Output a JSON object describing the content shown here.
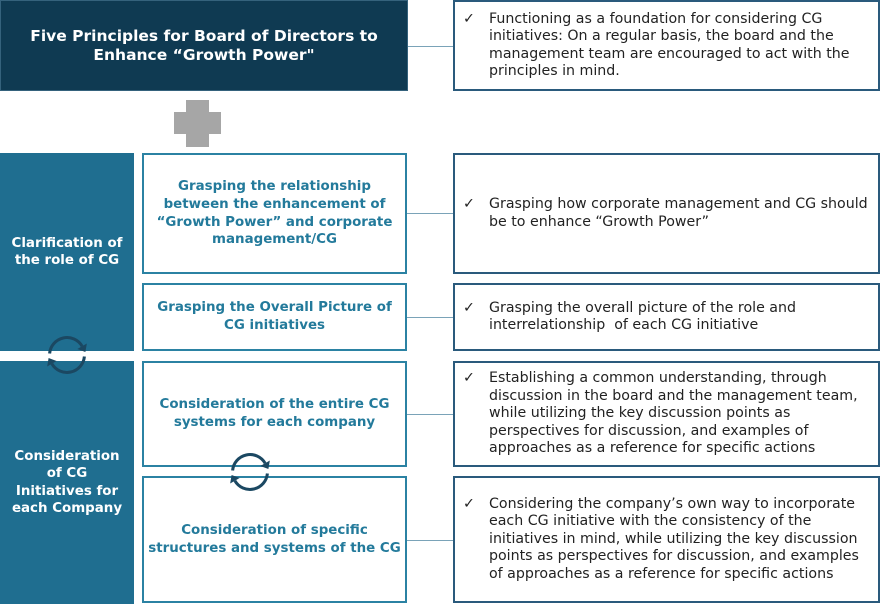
{
  "principles": {
    "title_lines": [
      "Five Principles for Board of Directors to",
      "Enhance “Growth Power\""
    ],
    "note_lines": [
      "Functioning as a foundation for considering CG",
      "initiatives: On a regular basis, the board and the",
      "management team are encouraged to act with the",
      "principles in mind."
    ]
  },
  "icons": {
    "plus": "plus-icon",
    "cycle": "circular-arrows-icon",
    "check": "check-icon",
    "check_glyph": "✓"
  },
  "colors": {
    "title_fill": "#0f3a52",
    "title_border": "#35627c",
    "group_fill": "#1f6e90",
    "item_border": "#2b82a3",
    "item_text": "#237a9b",
    "note_border": "#2a5a7c",
    "note_text": "#222222",
    "connector": "#7aa3b8",
    "plus": "#a6a6a6",
    "cycle_icon": "#1b4862"
  },
  "groups": [
    {
      "label_lines": [
        "Clarification of",
        "the role of CG"
      ],
      "rows": [
        {
          "item_lines": [
            "Grasping the relationship",
            "between the enhancement of",
            "“Growth Power” and corporate",
            "management/CG"
          ],
          "note_lines": [
            "Grasping how corporate management and CG should",
            "be to enhance “Growth Power”"
          ]
        },
        {
          "item_lines": [
            "Grasping the Overall Picture of",
            "CG initiatives"
          ],
          "note_lines": [
            "Grasping the overall picture of the role and",
            "interrelationship  of each CG initiative"
          ]
        }
      ]
    },
    {
      "label_lines": [
        "Consideration",
        "of CG",
        "Initiatives for",
        "each Company"
      ],
      "rows": [
        {
          "item_lines": [
            "Consideration of the entire CG",
            "systems for each company"
          ],
          "note_lines": [
            "Establishing a common understanding, through",
            "discussion in the board and the management team,",
            "while utilizing the key discussion points as",
            "perspectives for discussion, and examples of",
            "approaches as a reference for specific actions"
          ]
        },
        {
          "item_lines": [
            "Consideration of specific",
            "structures and systems of the CG"
          ],
          "note_lines": [
            "Considering the company’s own way to incorporate",
            "each CG initiative with the consistency of the",
            "initiatives in mind, while utilizing the key discussion",
            "points as perspectives for discussion, and examples",
            "of approaches as a reference for specific actions"
          ]
        }
      ]
    }
  ]
}
